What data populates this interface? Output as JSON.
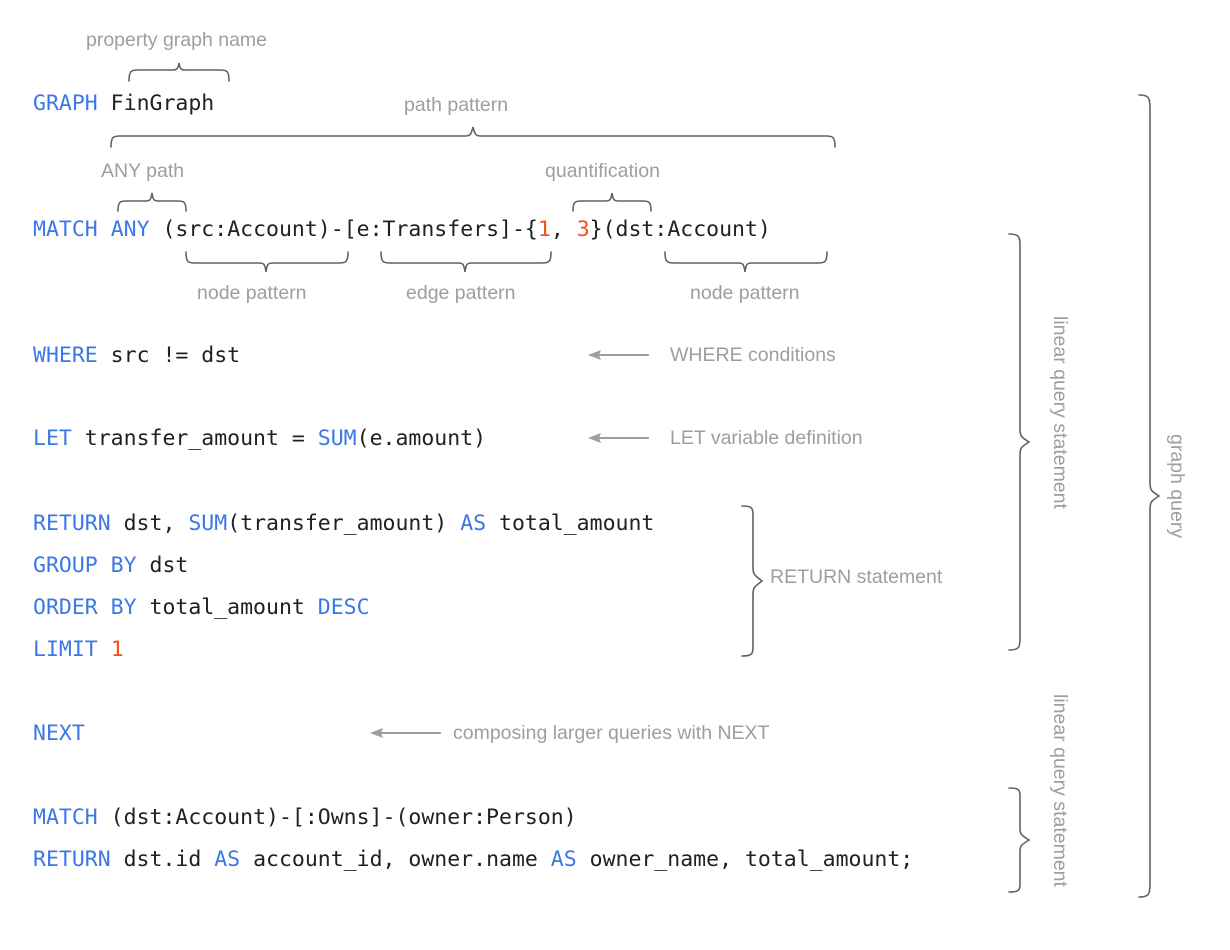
{
  "diagram": {
    "title_context": "GQL graph query annotated syntax diagram",
    "colors": {
      "keyword_blue": "#3b78e7",
      "literal_orange": "#f4511e",
      "code_black": "#222222",
      "annotation_gray": "#9e9e9e",
      "brace_gray": "#5f6368",
      "background": "#ffffff"
    }
  },
  "code_lines": [
    {
      "id": "graph-line",
      "text": "GRAPH FinGraph",
      "tokens": [
        {
          "t": "GRAPH",
          "kind": "keyword"
        },
        {
          "t": " FinGraph",
          "kind": "plain"
        }
      ]
    },
    {
      "id": "match-line",
      "text": "MATCH ANY (src:Account)-[e:Transfers]-{1, 3}(dst:Account)",
      "tokens": [
        {
          "t": "MATCH",
          "kind": "keyword"
        },
        {
          "t": " ",
          "kind": "plain"
        },
        {
          "t": "ANY",
          "kind": "keyword"
        },
        {
          "t": " (src:Account)-[e:Transfers]-{",
          "kind": "plain"
        },
        {
          "t": "1",
          "kind": "number"
        },
        {
          "t": ", ",
          "kind": "plain"
        },
        {
          "t": "3",
          "kind": "number"
        },
        {
          "t": "}(dst:Account)",
          "kind": "plain"
        }
      ]
    },
    {
      "id": "where-line",
      "text": "WHERE src != dst",
      "tokens": [
        {
          "t": "WHERE",
          "kind": "keyword"
        },
        {
          "t": " src != dst",
          "kind": "plain"
        }
      ]
    },
    {
      "id": "let-line",
      "text": "LET transfer_amount = SUM(e.amount)",
      "tokens": [
        {
          "t": "LET",
          "kind": "keyword"
        },
        {
          "t": " transfer_amount = ",
          "kind": "plain"
        },
        {
          "t": "SUM",
          "kind": "keyword"
        },
        {
          "t": "(e.amount)",
          "kind": "plain"
        }
      ]
    },
    {
      "id": "return-line",
      "text": "RETURN dst, SUM(transfer_amount) AS total_amount",
      "tokens": [
        {
          "t": "RETURN",
          "kind": "keyword"
        },
        {
          "t": " dst, ",
          "kind": "plain"
        },
        {
          "t": "SUM",
          "kind": "keyword"
        },
        {
          "t": "(transfer_amount) ",
          "kind": "plain"
        },
        {
          "t": "AS",
          "kind": "keyword"
        },
        {
          "t": " total_amount",
          "kind": "plain"
        }
      ]
    },
    {
      "id": "group-line",
      "text": "GROUP BY dst",
      "tokens": [
        {
          "t": "GROUP BY",
          "kind": "keyword"
        },
        {
          "t": " dst",
          "kind": "plain"
        }
      ]
    },
    {
      "id": "order-line",
      "text": "ORDER BY total_amount DESC",
      "tokens": [
        {
          "t": "ORDER BY",
          "kind": "keyword"
        },
        {
          "t": " total_amount ",
          "kind": "plain"
        },
        {
          "t": "DESC",
          "kind": "keyword"
        }
      ]
    },
    {
      "id": "limit-line",
      "text": "LIMIT 1",
      "tokens": [
        {
          "t": "LIMIT",
          "kind": "keyword"
        },
        {
          "t": " ",
          "kind": "plain"
        },
        {
          "t": "1",
          "kind": "number"
        }
      ]
    },
    {
      "id": "next-line",
      "text": "NEXT",
      "tokens": [
        {
          "t": "NEXT",
          "kind": "keyword"
        }
      ]
    },
    {
      "id": "match2-line",
      "text": "MATCH (dst:Account)-[:Owns]-(owner:Person)",
      "tokens": [
        {
          "t": "MATCH",
          "kind": "keyword"
        },
        {
          "t": " (dst:Account)-[:Owns]-(owner:Person)",
          "kind": "plain"
        }
      ]
    },
    {
      "id": "return2-line",
      "text": "RETURN dst.id AS account_id, owner.name AS owner_name, total_amount;",
      "tokens": [
        {
          "t": "RETURN",
          "kind": "keyword"
        },
        {
          "t": " dst.id ",
          "kind": "plain"
        },
        {
          "t": "AS",
          "kind": "keyword"
        },
        {
          "t": " account_id, owner.name ",
          "kind": "plain"
        },
        {
          "t": "AS",
          "kind": "keyword"
        },
        {
          "t": " owner_name, total_amount;",
          "kind": "plain"
        }
      ]
    }
  ],
  "annotations": {
    "property_graph_name": "property graph name",
    "path_pattern": "path pattern",
    "any_path": "ANY path",
    "quantification": "quantification",
    "node_pattern_left": "node pattern",
    "edge_pattern": "edge pattern",
    "node_pattern_right": "node pattern",
    "where_conditions": "WHERE conditions",
    "let_variable_definition": "LET variable definition",
    "return_statement": "RETURN statement",
    "composing_with_next": "composing larger queries with NEXT",
    "linear_query_statement_1": "linear query statement",
    "linear_query_statement_2": "linear query statement",
    "graph_query": "graph query"
  }
}
